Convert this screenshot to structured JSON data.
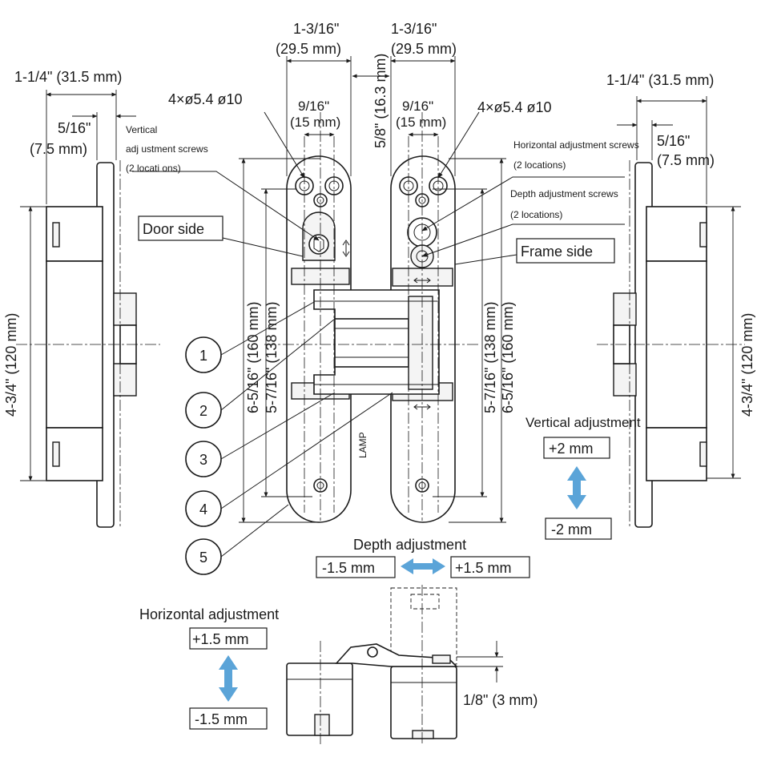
{
  "dimensions": {
    "flange_width_left": "1-1/4\" (31.5 mm)",
    "flange_width_right": "1-1/4\" (31.5 mm)",
    "offset_left_a": "5/16\"",
    "offset_left_b": "(7.5 mm)",
    "offset_right_a": "5/16\"",
    "offset_right_b": "(7.5 mm)",
    "body_width_left_a": "1-3/16\"",
    "body_width_left_b": "(29.5 mm)",
    "body_width_right_a": "1-3/16\"",
    "body_width_right_b": "(29.5 mm)",
    "gap": "5/8\" (16.3 mm)",
    "hole_pitch_left_a": "9/16\"",
    "hole_pitch_left_b": "(15 mm)",
    "hole_pitch_right_a": "9/16\"",
    "hole_pitch_right_b": "(15 mm)",
    "holes_left": "4×ø5.4 ø10",
    "holes_right": "4×ø5.4 ø10",
    "height_left": "4-3/4\" (120 mm)",
    "height_right": "4-3/4\" (120 mm)",
    "total_left": "6-5/16\" (160 mm)",
    "inner_left": "5-7/16\" (138 mm)",
    "inner_right": "5-7/16\" (138 mm)",
    "total_right": "6-5/16\" (160 mm)",
    "step": "1/8\" (3 mm)"
  },
  "labels": {
    "vertical_screws_1": "Vertical",
    "vertical_screws_2": "adj ustment screws",
    "vertical_screws_3": "(2  locati  ons)",
    "horizontal_screws_1": "Horizontal adjustment screws",
    "horizontal_screws_2": "(2 locations)",
    "depth_screws_1": "Depth adjustment screws",
    "depth_screws_2": "(2 locations)",
    "door_side": "Door side",
    "frame_side": "Frame side",
    "brand_mark": "LAMP"
  },
  "callouts": [
    "1",
    "2",
    "3",
    "4",
    "5"
  ],
  "adjustments": {
    "vertical_title": "Vertical adjustment",
    "vertical_plus": "+2 mm",
    "vertical_minus": "-2 mm",
    "depth_title": "Depth adjustment",
    "depth_minus": "-1.5 mm",
    "depth_plus": "+1.5 mm",
    "horizontal_title": "Horizontal adjustment",
    "horizontal_plus": "+1.5 mm",
    "horizontal_minus": "-1.5 mm"
  },
  "colors": {
    "line": "#1a1a1a",
    "arrow": "#5ba4d8",
    "background": "#ffffff"
  }
}
